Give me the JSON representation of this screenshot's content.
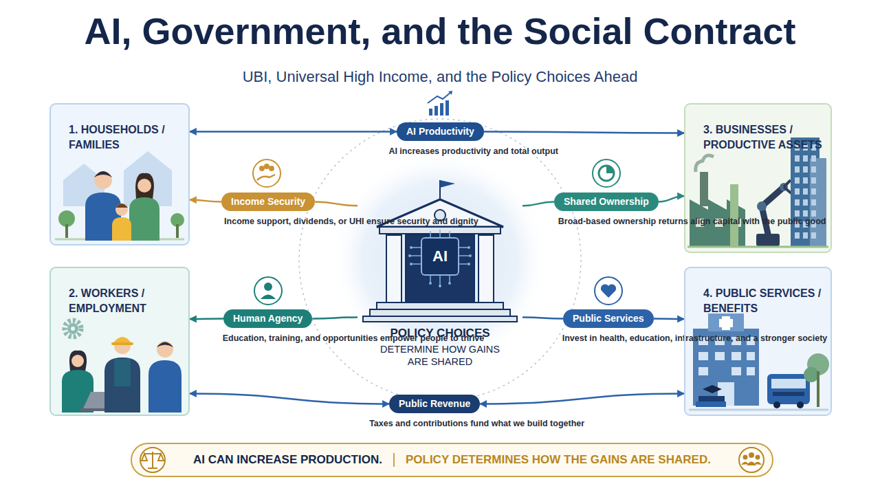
{
  "diagram": {
    "title": "AI, Government, and the Social Contract",
    "nodes": [
      {
        "text": [
          "1. HOUSEHOLDS / FAMILIES"
        ]
      },
      {
        "text": [
          "AI Productivity",
          "AI increases productivity and total output"
        ]
      },
      {
        "text": [
          "3. BUSINESSES / PRODUCTIVE ASSETS"
        ]
      },
      {
        "text": [
          "Income Security",
          "Income support, dividends, or UHI ensure security and dignity"
        ]
      },
      {
        "text": [
          "Shared Ownership",
          "Broad-based ownership returns align capital with the public good"
        ]
      },
      {
        "text": [
          "POLICY CHOICES",
          "DETERMINE HOW GAINS ARE SHARED"
        ]
      },
      {
        "text": [
          "AI"
        ],
        "in": 5
      },
      {
        "text": [
          "Human Agency",
          "Education, training, and opportunities empower people to thrive"
        ]
      },
      {
        "text": [
          "Public Services",
          "Invest in health, education, infrastructure, and a stronger society"
        ]
      },
      {
        "text": [
          "2. WORKERS / EMPLOYMENT"
        ]
      },
      {
        "text": [
          "4. PUBLIC SERVICES / BENEFITS"
        ]
      },
      {
        "text": [
          "Public Revenue",
          "Taxes and contributions fund what we build together"
        ]
      },
      {
        "text": [
          "AI CAN INCREASE PRODUCTION.",
          "POLICY DETERMINES HOW THE GAINS ARE SHARED."
        ]
      }
    ],
    "edges": [
      {
        "from": 0,
        "to": 1,
        "arrow": "both"
      },
      {
        "from": 1,
        "to": 2,
        "arrow": "to"
      },
      {
        "from": 5,
        "to": 3,
        "arrow": "none"
      },
      {
        "from": 3,
        "to": 0,
        "arrow": "to"
      },
      {
        "from": 5,
        "to": 4,
        "arrow": "none"
      },
      {
        "from": 4,
        "to": 2,
        "arrow": "to"
      },
      {
        "from": 5,
        "to": 7,
        "arrow": "none"
      },
      {
        "from": 7,
        "to": 9,
        "arrow": "to"
      },
      {
        "from": 5,
        "to": 8,
        "arrow": "none"
      },
      {
        "from": 8,
        "to": 10,
        "arrow": "to"
      },
      {
        "from": 9,
        "to": 11,
        "arrow": "both"
      },
      {
        "from": 11,
        "to": 10,
        "arrow": "both"
      }
    ],
    "labels": [
      "UBI, Universal High Income, and the Policy Choices Ahead"
    ]
  }
}
